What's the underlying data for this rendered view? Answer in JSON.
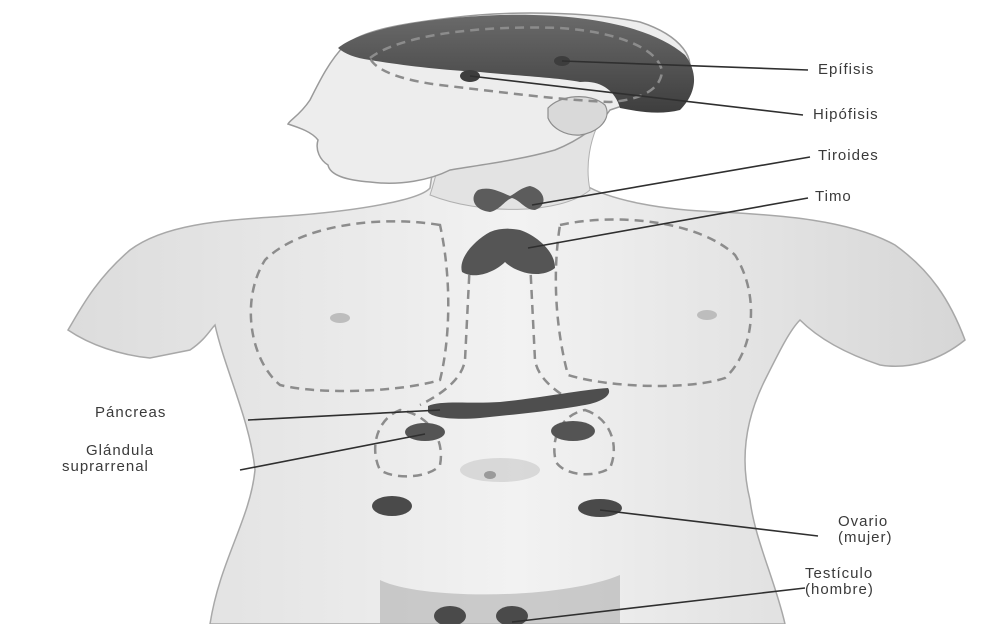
{
  "colors": {
    "background": "#ffffff",
    "skin_light": "#ececec",
    "skin_shadow": "#c9c9c9",
    "hair": "#4e4e4e",
    "gland": "#5c5c5c",
    "dashed_outline": "#8c8c8c",
    "leader_line": "#2f2f2f",
    "label_text": "#3a3a3a"
  },
  "labels": {
    "epifisis": "Epífisis",
    "hipofisis": "Hipófisis",
    "tiroides": "Tiroides",
    "timo": "Timo",
    "pancreas": "Páncreas",
    "glandula_line1": "Glándula",
    "glandula_line2": "suprarrenal",
    "ovario_line1": "Ovario",
    "ovario_line2": "(mujer)",
    "testiculo_line1": "Testículo",
    "testiculo_line2": "(hombre)"
  }
}
